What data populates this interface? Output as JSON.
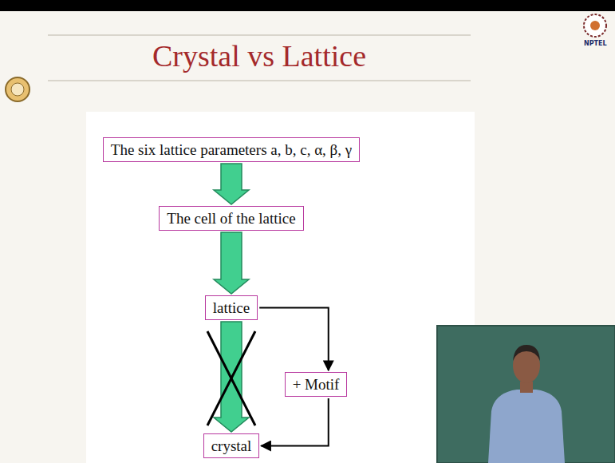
{
  "diagram": {
    "title": "Crystal vs Lattice",
    "nodes": [
      {
        "text": [
          "The six lattice parameters a, b, c, α, β, γ"
        ]
      },
      {
        "text": [
          "The cell of the lattice"
        ]
      },
      {
        "text": [
          "lattice"
        ]
      },
      {
        "text": [
          "+ Motif"
        ]
      },
      {
        "text": [
          "crystal"
        ]
      }
    ],
    "edges": [
      {
        "from": 0,
        "to": 1,
        "arrow": "to"
      },
      {
        "from": 1,
        "to": 2,
        "arrow": "to"
      },
      {
        "from": 2,
        "to": 4,
        "arrow": "to"
      },
      {
        "from": 2,
        "to": 3,
        "arrow": "to"
      },
      {
        "from": 3,
        "to": 4,
        "arrow": "to"
      }
    ],
    "labels": [
      "NPTEL"
    ]
  }
}
